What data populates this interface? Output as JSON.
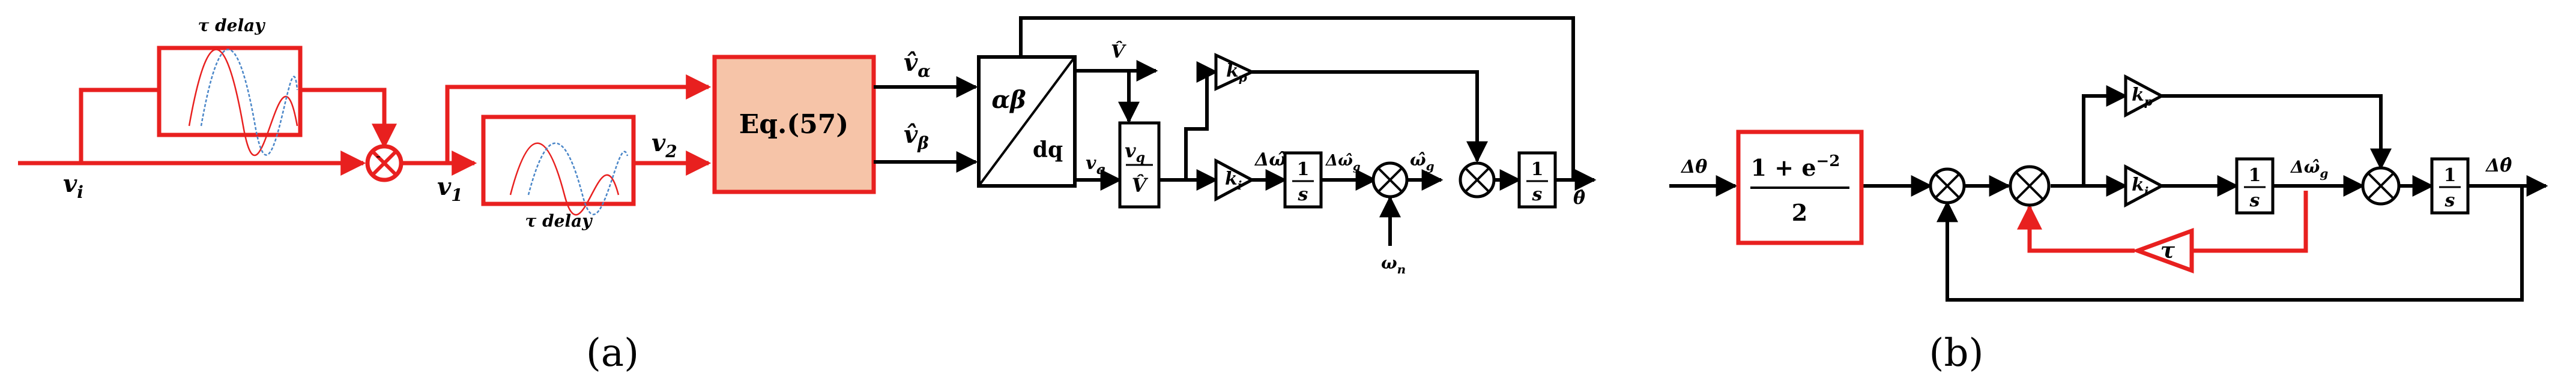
{
  "colors": {
    "red": "#e8201f",
    "black": "#000000",
    "eq_fill": "#f6c4a8",
    "sine_red": "#e8201f",
    "sine_blue": "#4a86c8"
  },
  "panel_a": {
    "caption": "(a)",
    "input_label": "v",
    "input_sub": "i",
    "delay_top_label": "τ delay",
    "delay_bottom_label": "τ delay",
    "v1_label": "v",
    "v1_sub": "1",
    "v2_label": "v",
    "v2_sub": "2",
    "eq_block": "Eq.(57)",
    "v_alpha": "v̂",
    "v_alpha_sub": "α",
    "v_beta": "v̂",
    "v_beta_sub": "β",
    "transform_top": "αβ",
    "transform_bottom": "dq",
    "vhat_label": "V̂",
    "vq_label": "v",
    "vq_sub": "q",
    "div_num": "v",
    "div_num_sub": "q",
    "div_den": "V̂",
    "kp": "k",
    "kp_sub": "p",
    "ki": "k",
    "ki_sub": "i",
    "dw_label": "Δω̂",
    "dw_sub": "g",
    "int_num": "1",
    "int_den": "s",
    "dw2_label": "Δω̂",
    "dw2_sub": "g",
    "wg_label": "ω̂",
    "wg_sub": "g",
    "wn_label": "ω",
    "wn_sub": "n",
    "int2_num": "1",
    "int2_den": "s",
    "theta_out": "θ̂"
  },
  "panel_b": {
    "caption": "(b)",
    "input_label": "Δθ",
    "gain_num": "1 + e",
    "gain_exp": "−2",
    "gain_den": "2",
    "kp": "k",
    "kp_sub": "p",
    "ki": "k",
    "ki_sub": "i",
    "int_num": "1",
    "int_den": "s",
    "dw_label": "Δω̂",
    "dw_sub": "g",
    "tau": "τ",
    "int2_num": "1",
    "int2_den": "s",
    "output_label": "Δθ̂"
  }
}
